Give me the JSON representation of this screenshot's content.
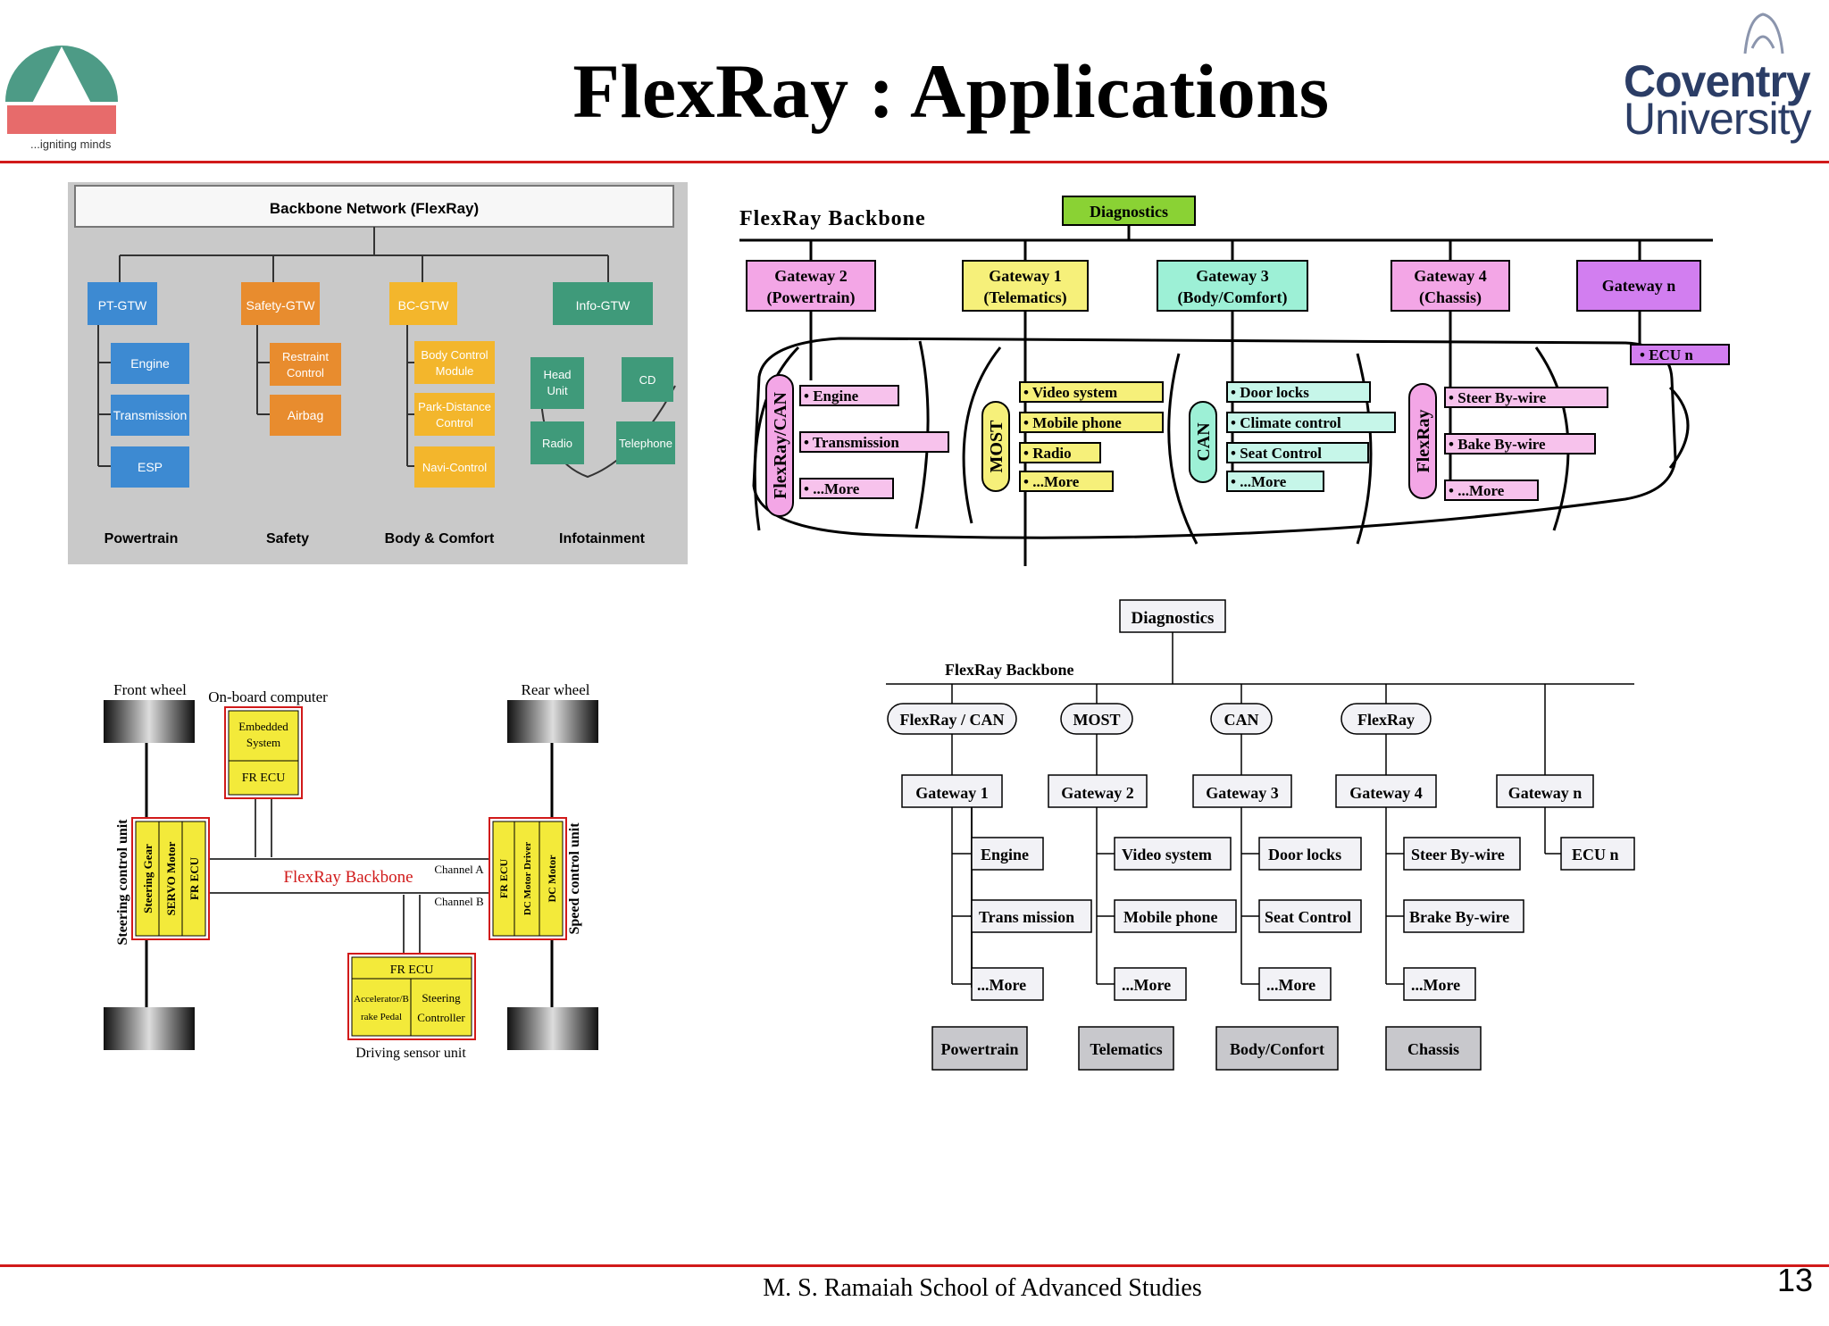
{
  "slide": {
    "title": "FlexRay : Applications",
    "footer": "M. S. Ramaiah School of Advanced Studies",
    "page_number": "13",
    "left_logo_tagline": "...igniting minds",
    "right_logo": {
      "line1": "Coventry",
      "line2": "University"
    }
  },
  "d1": {
    "backbone": "Backbone Network (FlexRay)",
    "gateways": [
      "PT-GTW",
      "Safety-GTW",
      "BC-GTW",
      "Info-GTW"
    ],
    "powertrain": [
      "Engine",
      "Transmission",
      "ESP"
    ],
    "safety": [
      [
        "Restraint",
        "Control"
      ],
      [
        "Airbag"
      ]
    ],
    "body": [
      [
        "Body Control",
        "Module"
      ],
      [
        "Park-Distance",
        "Control"
      ],
      [
        "Navi-Control"
      ]
    ],
    "info": {
      "head_unit": [
        "Head",
        "Unit"
      ],
      "cd": "CD",
      "radio": "Radio",
      "telephone": "Telephone"
    },
    "domains": [
      "Powertrain",
      "Safety",
      "Body & Comfort",
      "Infotainment"
    ]
  },
  "d2": {
    "backbone": "FlexRay Backbone",
    "diagnostics": "Diagnostics",
    "gateways": [
      {
        "l1": "Gateway 2",
        "l2": "(Powertrain)",
        "color": "#f3a6e6"
      },
      {
        "l1": "Gateway 1",
        "l2": "(Telematics)",
        "color": "#f6f07a"
      },
      {
        "l1": "Gateway 3",
        "l2": "(Body/Comfort)",
        "color": "#9df0d6"
      },
      {
        "l1": "Gateway 4",
        "l2": "(Chassis)",
        "color": "#f3a6e6"
      },
      {
        "l1": "Gateway n",
        "l2": "",
        "color": "#d27ef0"
      }
    ],
    "ecu_n": "• ECU n",
    "buses": [
      "FlexRay/CAN",
      "MOST",
      "CAN",
      "FlexRay"
    ],
    "powertrain_items": [
      "• Engine",
      "• Transmission",
      "• ...More"
    ],
    "telematics_items": [
      "• Video system",
      "• Mobile phone",
      "• Radio",
      "• ...More"
    ],
    "body_items": [
      "• Door locks",
      "• Climate control",
      "• Seat Control",
      "• ...More"
    ],
    "chassis_items": [
      "• Steer By-wire",
      "• Bake By-wire",
      "• ...More"
    ]
  },
  "d3": {
    "front_wheel": "Front wheel",
    "rear_wheel": "Rear wheel",
    "onboard": "On-board computer",
    "embedded": [
      "Embedded",
      "System"
    ],
    "fr_ecu_top": "FR ECU",
    "left_unit": [
      "Steering Gear",
      "SERVO Motor",
      "FR ECU"
    ],
    "right_unit": [
      "FR ECU",
      "DC Motor Driver",
      "DC Motor"
    ],
    "steering_label": "Steering control unit",
    "speed_label": "Speed control unit",
    "backbone": "FlexRay Backbone",
    "channel_a": "Channel A",
    "channel_b": "Channel B",
    "fr_ecu_bottom": "FR ECU",
    "accel": [
      "Accelerator/B",
      "rake Pedal"
    ],
    "steer_ctrl": [
      "Steering",
      "Controller"
    ],
    "driving_sensor": "Driving sensor unit"
  },
  "d4": {
    "diagnostics": "Diagnostics",
    "backbone": "FlexRay Backbone",
    "buses": [
      "FlexRay / CAN",
      "MOST",
      "CAN",
      "FlexRay"
    ],
    "gateways": [
      "Gateway 1",
      "Gateway 2",
      "Gateway 3",
      "Gateway 4",
      "Gateway n"
    ],
    "col1": [
      "Engine",
      "Trans mission",
      "...More"
    ],
    "col2": [
      "Video system",
      "Mobile phone",
      "...More"
    ],
    "col3": [
      "Door locks",
      "Seat Control",
      "...More"
    ],
    "col4": [
      "Steer By-wire",
      "Brake By-wire",
      "...More"
    ],
    "ecu_n": "ECU n",
    "domains": [
      "Powertrain",
      "Telematics",
      "Body/Confort",
      "Chassis"
    ]
  }
}
